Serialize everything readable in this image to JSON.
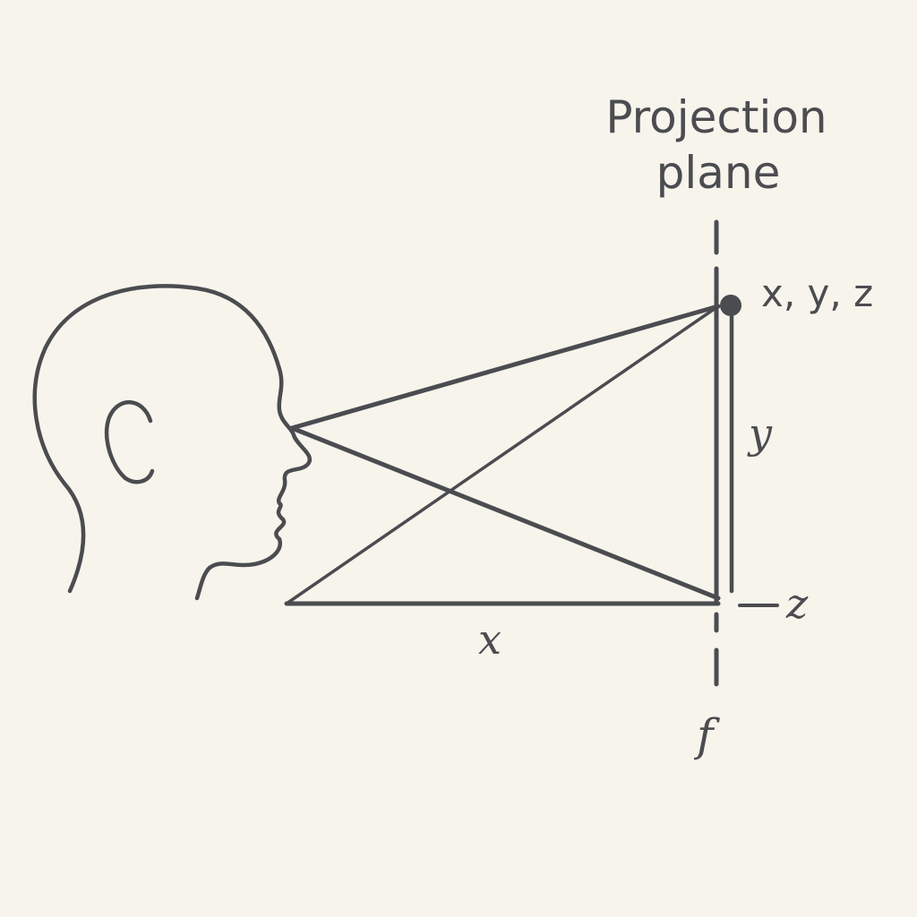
{
  "diagram": {
    "plane_title_line1": "Projection",
    "plane_title_line2": "plane",
    "point_label": "x, y, z",
    "y_label": "y",
    "x_label": "x",
    "z_label": "z",
    "f_label": "f"
  },
  "colors": {
    "background": "#f7f4ec",
    "ink": "#4a4c50"
  },
  "icons": {
    "viewer": "head-profile-icon",
    "point": "point-marker-icon"
  }
}
